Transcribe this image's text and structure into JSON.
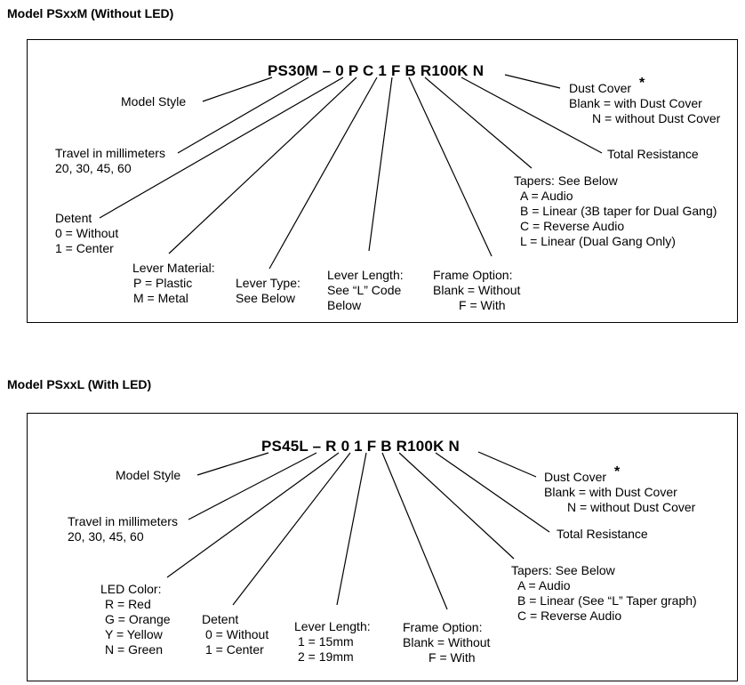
{
  "model_m": {
    "heading": "Model PSxxM (Without LED)",
    "code": "PS30M – 0 P C 1 F B R100K N",
    "labels": {
      "model_style": "Model Style",
      "travel": [
        "Travel in millimeters",
        "20, 30, 45, 60"
      ],
      "detent": [
        "Detent",
        "0 = Without",
        "1 = Center"
      ],
      "lever_material": [
        "Lever Material:",
        "P = Plastic",
        "M = Metal"
      ],
      "lever_type": [
        "Lever Type:",
        "See Below"
      ],
      "lever_length": [
        "Lever Length:",
        "See “L” Code",
        "Below"
      ],
      "frame_option": [
        "Frame Option:",
        "Blank = Without",
        "F = With"
      ],
      "tapers": [
        "Tapers: See Below",
        "A = Audio",
        "B = Linear (3B taper for Dual Gang)",
        "C = Reverse Audio",
        "L = Linear (Dual Gang Only)"
      ],
      "total_resistance": "Total Resistance",
      "dust_cover": [
        "Dust Cover",
        "Blank = with Dust Cover",
        "N = without Dust Cover"
      ],
      "star": "*"
    }
  },
  "model_l": {
    "heading": "Model PSxxL (With LED)",
    "code": "PS45L – R 0 1 F B R100K N",
    "labels": {
      "model_style": "Model Style",
      "travel": [
        "Travel in millimeters",
        "20, 30, 45, 60"
      ],
      "led_color": [
        "LED Color:",
        "R = Red",
        "G = Orange",
        "Y = Yellow",
        "N = Green"
      ],
      "detent": [
        "Detent",
        "0 = Without",
        "1 = Center"
      ],
      "lever_length": [
        "Lever Length:",
        "1 = 15mm",
        "2 = 19mm"
      ],
      "frame_option": [
        "Frame Option:",
        "Blank = Without",
        "F = With"
      ],
      "tapers": [
        "Tapers: See Below",
        "A = Audio",
        "B = Linear (See “L” Taper graph)",
        "C = Reverse Audio"
      ],
      "total_resistance": "Total Resistance",
      "dust_cover": [
        "Dust Cover",
        "Blank = with Dust Cover",
        "N = without Dust Cover"
      ],
      "star": "*"
    }
  }
}
